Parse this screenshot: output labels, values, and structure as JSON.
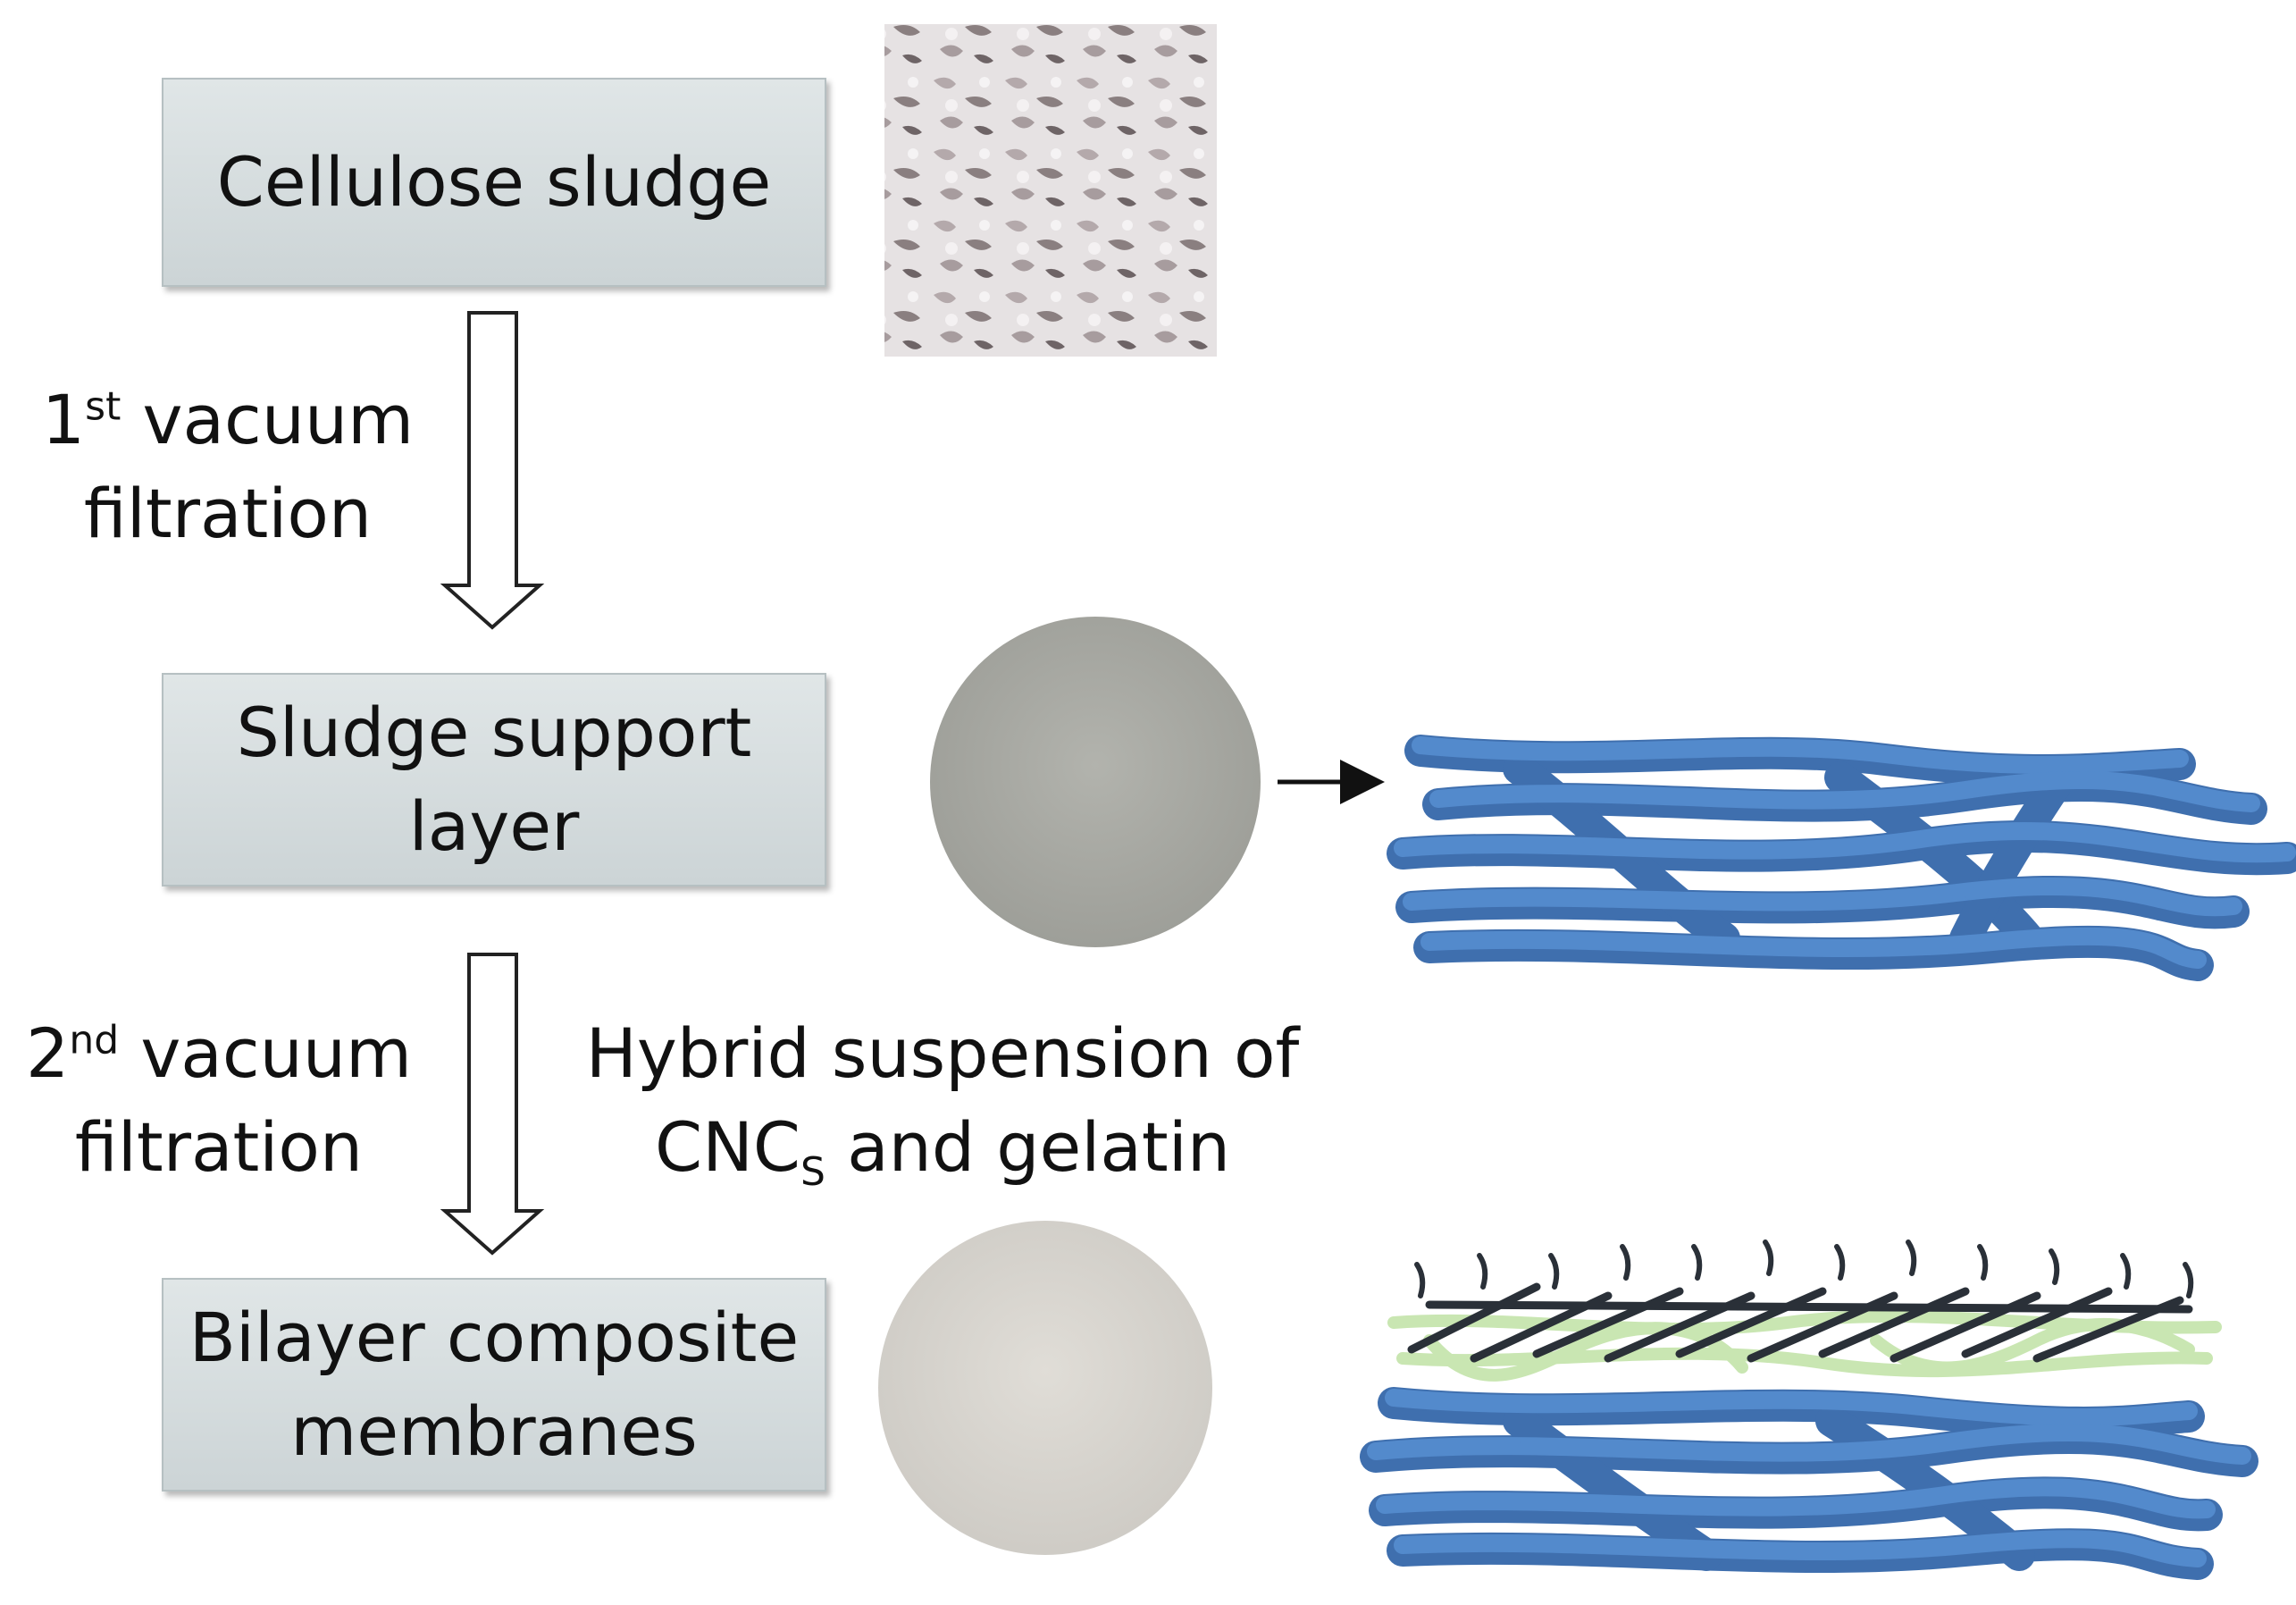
{
  "steps": [
    {
      "line1": "Cellulose sludge"
    },
    {
      "line1": "Sludge support",
      "line2": "layer"
    },
    {
      "line1": "Bilayer composite",
      "line2": "membranes"
    }
  ],
  "filtration_1": {
    "num": "1",
    "sup": "st",
    "text": " vacuum",
    "line2": "filtration"
  },
  "filtration_2": {
    "num": "2",
    "sup": "nd",
    "text": " vacuum",
    "line2": "filtration"
  },
  "hybrid": {
    "line1": "Hybrid suspension of",
    "cnc": "CNC",
    "sub": "S",
    "rest": " and gelatin"
  },
  "colors": {
    "box": "#d5dcdd",
    "fiber": "#4a7ec1",
    "gelatin": "#c9e6b2",
    "cnc": "#2a3038"
  }
}
